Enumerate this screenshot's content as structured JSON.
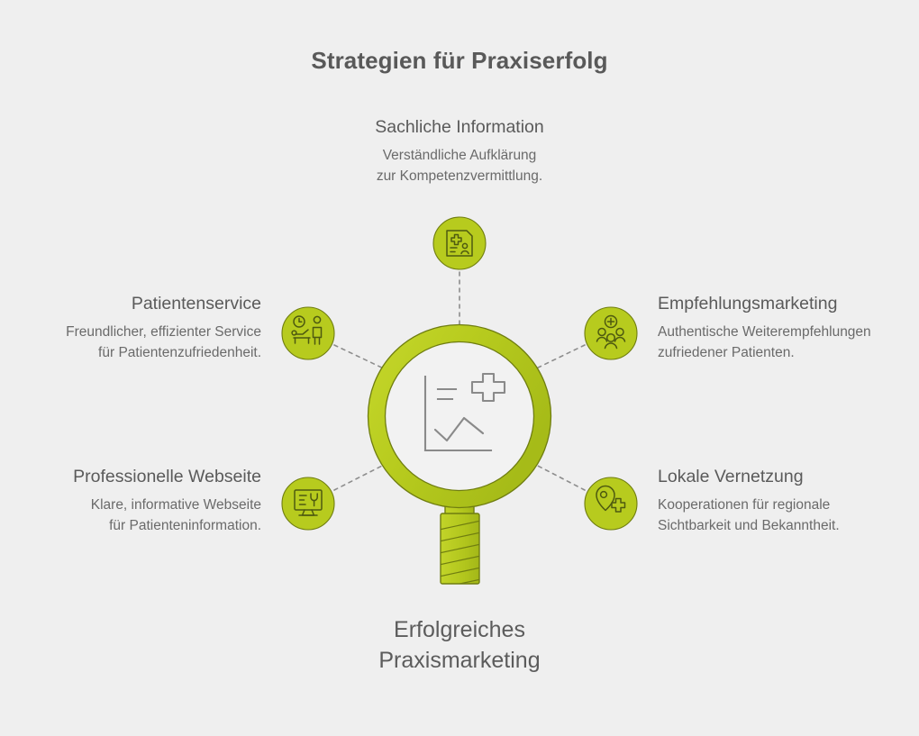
{
  "header": {
    "title": "Strategien für Praxiserfolg"
  },
  "center": {
    "icon": "magnifying-glass-chart-icon",
    "caption_line1": "Erfolgreiches",
    "caption_line2": "Praxismarketing"
  },
  "colors": {
    "background": "#efefef",
    "accent_green": "#b7cb1e",
    "accent_green_dark": "#a4b81a",
    "icon_stroke": "#5d5d12",
    "title_text": "#595959",
    "body_text": "#6a6a6a",
    "connector": "#8d8d8d",
    "lens_fill": "#f2f2f2",
    "lens_glyph": "#8a8a8a"
  },
  "nodes": [
    {
      "id": "sachliche-information",
      "position": "top",
      "icon": "patient-record-card-icon",
      "title": "Sachliche Information",
      "desc": "Verständliche Aufklärung\nzur Kompetenzvermittlung.",
      "align": "center"
    },
    {
      "id": "patientenservice",
      "position": "left-upper",
      "icon": "patient-care-clock-icon",
      "title": "Patientenservice",
      "desc": "Freundlicher, effizienter Service\nfür Patientenzufriedenheit.",
      "align": "right"
    },
    {
      "id": "professionelle-webseite",
      "position": "left-lower",
      "icon": "monitor-stethoscope-icon",
      "title": "Professionelle Webseite",
      "desc": "Klare, informative Webseite\nfür Patienteninformation.",
      "align": "right"
    },
    {
      "id": "empfehlungsmarketing",
      "position": "right-upper",
      "icon": "people-group-plus-icon",
      "title": "Empfehlungsmarketing",
      "desc": "Authentische Weiterempfehlungen\nzufriedener Patienten.",
      "align": "left"
    },
    {
      "id": "lokale-vernetzung",
      "position": "right-lower",
      "icon": "map-pin-medical-cross-icon",
      "title": "Lokale Vernetzung",
      "desc": "Kooperationen für regionale\nSichtbarkeit und Bekanntheit.",
      "align": "left"
    }
  ]
}
